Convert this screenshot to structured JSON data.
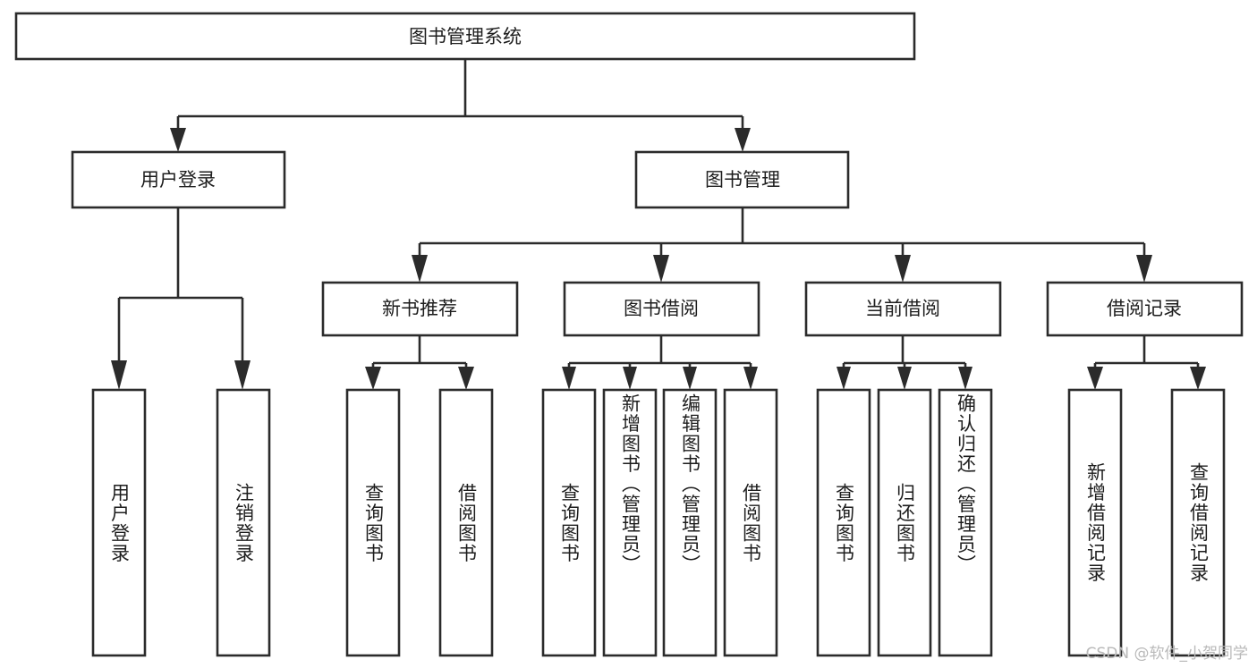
{
  "diagram": {
    "type": "tree-hierarchy",
    "title": "图书管理系统",
    "root": {
      "id": "root",
      "label": "图书管理系统",
      "orientation": "horizontal"
    },
    "level2": [
      {
        "id": "user-login",
        "label": "用户登录",
        "orientation": "horizontal"
      },
      {
        "id": "book-manage",
        "label": "图书管理",
        "orientation": "horizontal"
      }
    ],
    "level3": [
      {
        "id": "new-book-recommend",
        "label": "新书推荐",
        "orientation": "horizontal",
        "parent": "book-manage"
      },
      {
        "id": "book-borrow",
        "label": "图书借阅",
        "orientation": "horizontal",
        "parent": "book-manage"
      },
      {
        "id": "current-borrow",
        "label": "当前借阅",
        "orientation": "horizontal",
        "parent": "book-manage"
      },
      {
        "id": "borrow-record",
        "label": "借阅记录",
        "orientation": "horizontal",
        "parent": "book-manage"
      }
    ],
    "leaves": [
      {
        "id": "leaf-user-login",
        "label": "用户登录",
        "orientation": "vertical",
        "parent": "user-login"
      },
      {
        "id": "leaf-logout-login",
        "label": "注销登录",
        "orientation": "vertical",
        "parent": "user-login"
      },
      {
        "id": "leaf-query-book-1",
        "label": "查询图书",
        "orientation": "vertical",
        "parent": "new-book-recommend"
      },
      {
        "id": "leaf-borrow-book-1",
        "label": "借阅图书",
        "orientation": "vertical",
        "parent": "new-book-recommend"
      },
      {
        "id": "leaf-query-book-2",
        "label": "查询图书",
        "orientation": "vertical",
        "parent": "book-borrow"
      },
      {
        "id": "leaf-add-book-admin",
        "label": "新增图书（管理员）",
        "orientation": "vertical",
        "parent": "book-borrow"
      },
      {
        "id": "leaf-edit-book-admin",
        "label": "编辑图书（管理员）",
        "orientation": "vertical",
        "parent": "book-borrow"
      },
      {
        "id": "leaf-borrow-book-2",
        "label": "借阅图书",
        "orientation": "vertical",
        "parent": "book-borrow"
      },
      {
        "id": "leaf-query-book-3",
        "label": "查询图书",
        "orientation": "vertical",
        "parent": "current-borrow"
      },
      {
        "id": "leaf-return-book",
        "label": "归还图书",
        "orientation": "vertical",
        "parent": "current-borrow"
      },
      {
        "id": "leaf-confirm-return-admin",
        "label": "确认归还（管理员）",
        "orientation": "vertical",
        "parent": "current-borrow"
      },
      {
        "id": "leaf-add-borrow-record",
        "label": "新增借阅记录",
        "orientation": "vertical",
        "parent": "borrow-record"
      },
      {
        "id": "leaf-query-borrow-record",
        "label": "查询借阅记录",
        "orientation": "vertical",
        "parent": "borrow-record"
      }
    ]
  },
  "watermark": {
    "text": "CSDN @软件_小贺同学"
  },
  "colors": {
    "line": "#2b2b2b",
    "box_fill": "#ffffff",
    "text": "#1d1d1d",
    "watermark": "#b9b9b9",
    "background": "#ffffff"
  }
}
